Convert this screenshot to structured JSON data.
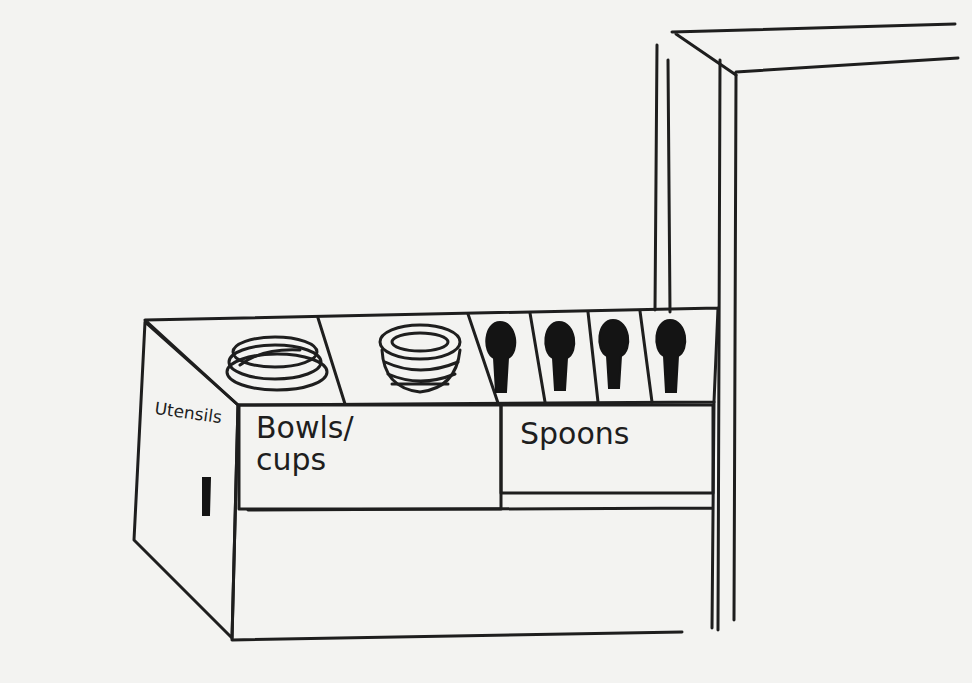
{
  "diagram": {
    "nodes": [
      {
        "text": [
          "Utensils"
        ]
      },
      {
        "text": [
          "Bowls/ cups"
        ]
      },
      {
        "text": [
          "Spoons"
        ]
      }
    ]
  }
}
